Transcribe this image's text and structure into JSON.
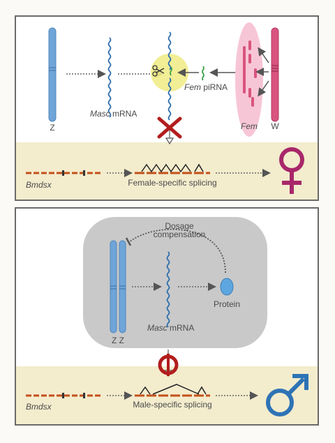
{
  "female_panel": {
    "z_label": "Z",
    "masc_italic": "Masc",
    "masc_rest": " mRNA",
    "fem_pirna_italic": "Fem",
    "fem_pirna_rest": " piRNA",
    "fem_label": "Fem",
    "w_label": "W",
    "bmdsx_label": "Bmdsx",
    "splicing_label": "Female-specific splicing",
    "colors": {
      "chromosome_z": "#6fa5d8",
      "chromosome_w": "#d9547e",
      "band": "#f3eccd",
      "exon": "#c4501a",
      "female_symbol": "#a8276a",
      "halo": "#f1ec8a",
      "fem_halo": "#f7c6d6"
    }
  },
  "male_panel": {
    "zz_label": "Z Z",
    "dosage_line1": "Dosage",
    "dosage_line2": "compensation",
    "masc_italic": "Masc",
    "masc_rest": " mRNA",
    "protein_label": "Protein",
    "bmdsx_label": "Bmdsx",
    "splicing_label": "Male-specific splicing",
    "colors": {
      "cloud": "#c9c9c9",
      "protein": "#5ea6df",
      "inhibit": "#b21d1d",
      "male_symbol": "#2e73b5"
    }
  }
}
